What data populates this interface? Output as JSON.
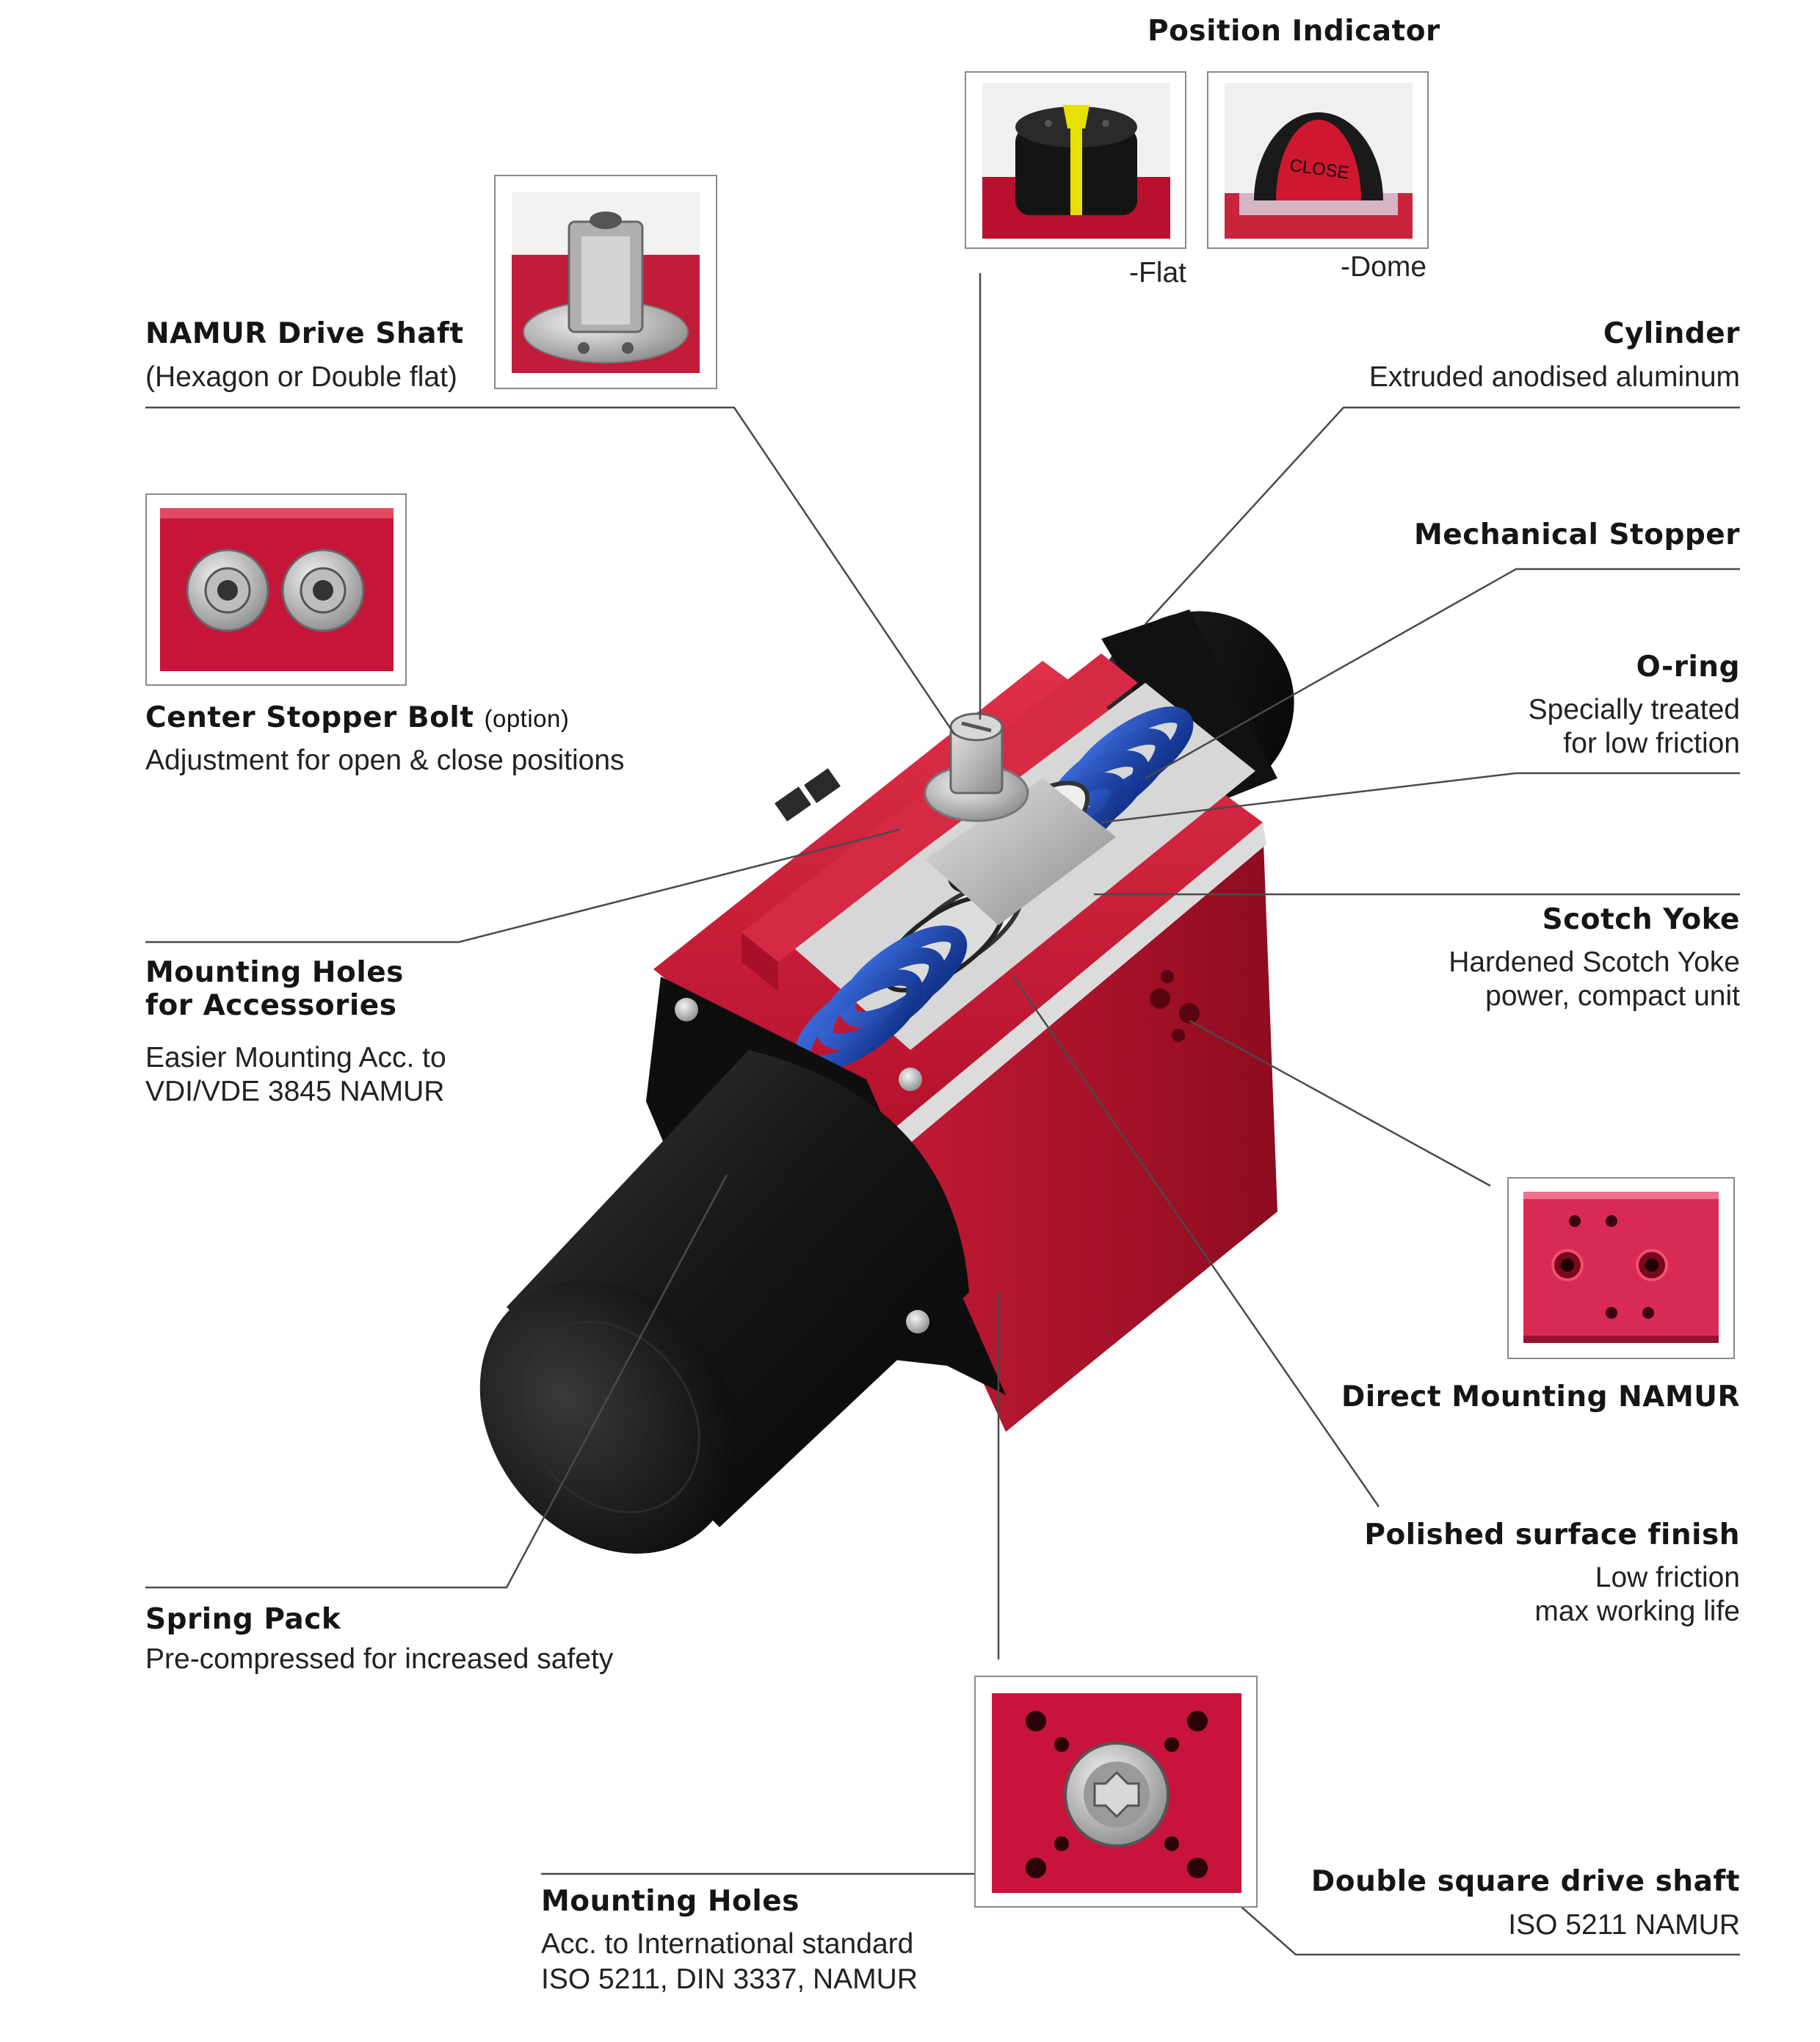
{
  "labels": {
    "position_indicator": {
      "title": "Position Indicator",
      "flat": "-Flat",
      "dome": "-Dome",
      "dome_word": "CLOSE"
    },
    "namur_drive_shaft": {
      "title": "NAMUR Drive Shaft",
      "desc": "(Hexagon or Double  flat)"
    },
    "cylinder": {
      "title": "Cylinder",
      "desc": "Extruded anodised aluminum"
    },
    "center_stopper_bolt": {
      "title": "Center Stopper Bolt",
      "option": "(option)",
      "desc": "Adjustment for open & close positions"
    },
    "mechanical_stopper": {
      "title": "Mechanical Stopper"
    },
    "o_ring": {
      "title": "O-ring",
      "desc_line1": "Specially treated",
      "desc_line2": "for low friction"
    },
    "mounting_holes_accessories": {
      "title_line1": "Mounting Holes",
      "title_line2": "for Accessories",
      "desc_line1": "Easier Mounting Acc. to",
      "desc_line2": "VDI/VDE 3845 NAMUR"
    },
    "scotch_yoke": {
      "title": "Scotch Yoke",
      "desc_line1": "Hardened Scotch Yoke",
      "desc_line2": "power, compact unit"
    },
    "direct_mounting": {
      "title": "Direct Mounting NAMUR"
    },
    "spring_pack": {
      "title": "Spring Pack",
      "desc": "Pre-compressed for increased safety"
    },
    "polished_surface": {
      "title": "Polished surface finish",
      "desc_line1": "Low friction",
      "desc_line2": "max working life"
    },
    "mounting_holes": {
      "title": "Mounting Holes",
      "desc_line1": "Acc. to International standard",
      "desc_line2": "ISO 5211, DIN 3337, NAMUR"
    },
    "double_square": {
      "title": "Double square drive shaft",
      "desc": "ISO 5211 NAMUR"
    }
  },
  "colors": {
    "actuator_red": "#c8102e",
    "cap_black": "#141414",
    "spring_blue": "#1f4fb8",
    "indicator_yellow": "#e8e000",
    "leader_line": "#4a4a4a"
  }
}
